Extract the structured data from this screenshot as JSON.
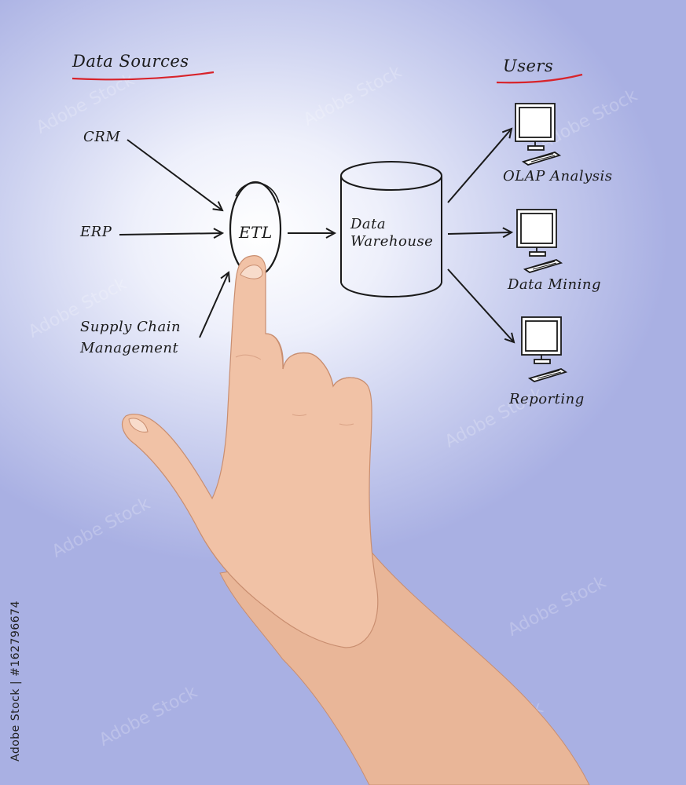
{
  "headings": {
    "sources": "Data Sources",
    "users": "Users"
  },
  "sources": {
    "crm": "CRM",
    "erp": "ERP",
    "supply_chain": "Supply Chain\nManagement"
  },
  "process": {
    "etl": "ETL",
    "warehouse": "Data\nWarehouse"
  },
  "outputs": {
    "olap": "OLAP Analysis",
    "mining": "Data Mining",
    "reporting": "Reporting"
  },
  "stock_id": "Adobe Stock | #162796674",
  "watermark": "Adobe Stock",
  "colors": {
    "underline": "#d8232a",
    "ink": "#1a1a1a",
    "skin": "#f1c2a6",
    "background_center": "#ffffff",
    "background_edge": "#a9b0e3"
  }
}
